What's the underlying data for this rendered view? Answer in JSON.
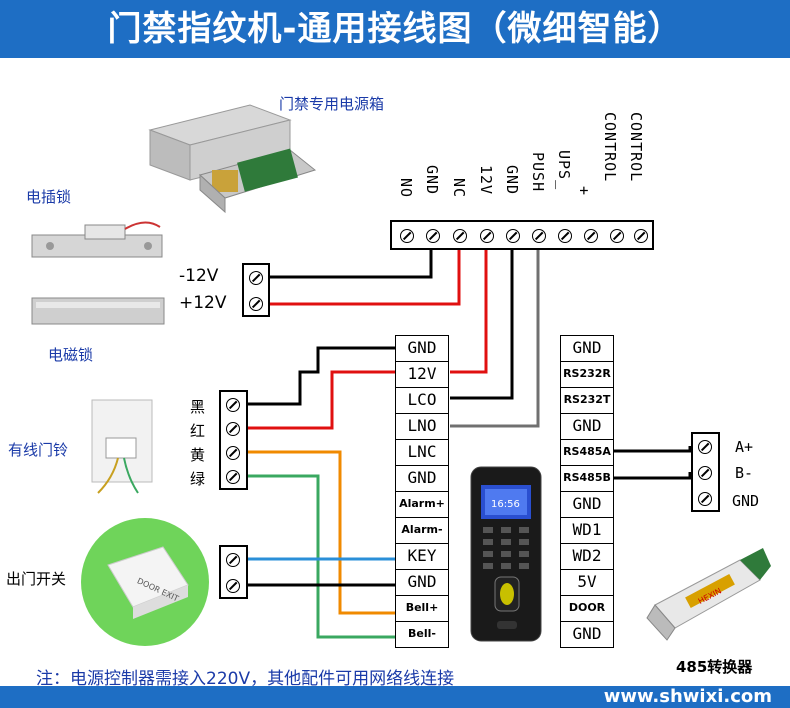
{
  "title": "门禁指纹机-通用接线图（微细智能）",
  "labels": {
    "power_box": "门禁专用电源箱",
    "bolt_lock": "电插锁",
    "mag_lock": "电磁锁",
    "doorbell": "有线门铃",
    "exit_button": "出门开关",
    "converter": "485转换器",
    "minus12": "-12V",
    "plus12": "+12V",
    "wire_colors": [
      "黑",
      "红",
      "黄",
      "绿"
    ],
    "a_plus": "A+",
    "b_minus": "B-",
    "gnd": "GND",
    "button_text": "DOOR EXIT",
    "converter_brand": "HEXIN",
    "device_time": "16:56"
  },
  "power_terminals": [
    "NO",
    "GND",
    "NC",
    "12V",
    "GND",
    "PUSH",
    "UPS_",
    "+",
    "CONTROL",
    "CONTROL"
  ],
  "middle_terminals": [
    "GND",
    "12V",
    "LCO",
    "LNO",
    "LNC",
    "GND",
    "Alarm+",
    "Alarm-",
    "KEY",
    "GND",
    "Bell+",
    "Bell-"
  ],
  "right_terminals": [
    "GND",
    "RS232R",
    "RS232T",
    "GND",
    "RS485A",
    "RS485B",
    "GND",
    "WD1",
    "WD2",
    "5V",
    "DOOR",
    "GND"
  ],
  "note": "注：电源控制器需接入220V，其他配件可用网络线连接",
  "footer": "www.shwixi.com",
  "colors": {
    "banner": "#1e6ec4",
    "label": "#1a3aa8",
    "black_wire": "#000000",
    "red_wire": "#e01010",
    "orange_wire": "#f08a00",
    "blue_wire": "#2a8fd8",
    "green_wire": "#3aa860"
  }
}
